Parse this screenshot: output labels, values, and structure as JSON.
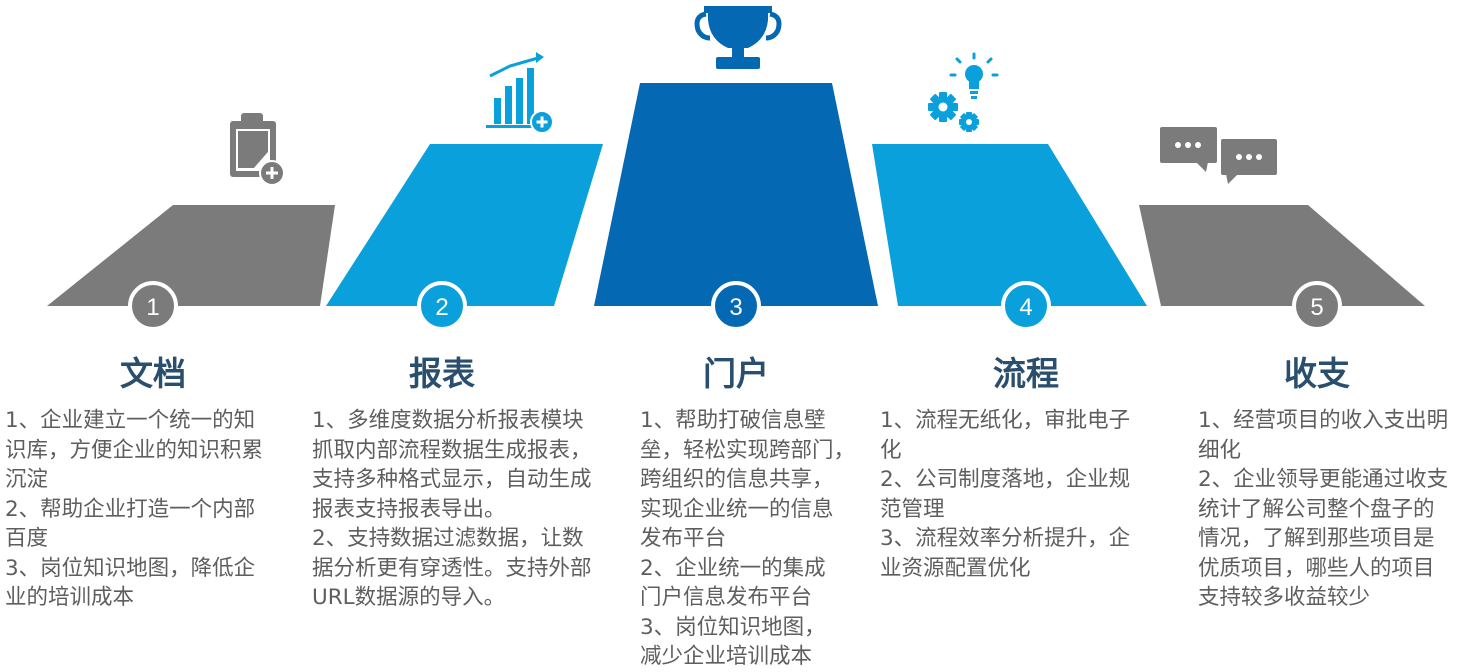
{
  "accent_colors": {
    "gray": "#7b7b7b",
    "light_blue": "#0aa0dc",
    "dark_blue": "#0568b3",
    "title": "#2a4e6e",
    "text": "#5e5e5e"
  },
  "steps": [
    {
      "number": "1",
      "title": "文档",
      "icon": "clipboard-add-icon",
      "lines": [
        "1、企业建立一个统一的知",
        "识库，方便企业的知识积累",
        "沉淀",
        "2、帮助企业打造一个内部",
        "百度",
        "3、岗位知识地图，降低企",
        "业的培训成本"
      ]
    },
    {
      "number": "2",
      "title": "报表",
      "icon": "bar-chart-add-icon",
      "lines": [
        "1、多维度数据分析报表模块",
        "抓取内部流程数据生成报表，",
        "支持多种格式显示，自动生成",
        "报表支持报表导出。",
        "2、支持数据过滤数据，让数",
        "据分析更有穿透性。支持外部",
        "URL数据源的导入。"
      ]
    },
    {
      "number": "3",
      "title": "门户",
      "icon": "trophy-icon",
      "lines": [
        "1、帮助打破信息壁",
        "垒，轻松实现跨部门，",
        "跨组织的信息共享，",
        "实现企业统一的信息",
        "发布平台",
        "2、企业统一的集成",
        "门户信息发布平台",
        "3、岗位知识地图，",
        "减少企业培训成本"
      ]
    },
    {
      "number": "4",
      "title": "流程",
      "icon": "gears-lightbulb-icon",
      "lines": [
        "1、流程无纸化，审批电子",
        "化",
        "2、公司制度落地，企业规",
        "范管理",
        "3、流程效率分析提升，企",
        "业资源配置优化"
      ]
    },
    {
      "number": "5",
      "title": "收支",
      "icon": "chat-bubbles-icon",
      "lines": [
        "1、经营项目的收入支出明",
        "细化",
        "2、企业领导更能通过收支",
        "统计了解公司整个盘子的",
        "情况，了解到那些项目是",
        "优质项目，哪些人的项目",
        "支持较多收益较少"
      ]
    }
  ]
}
